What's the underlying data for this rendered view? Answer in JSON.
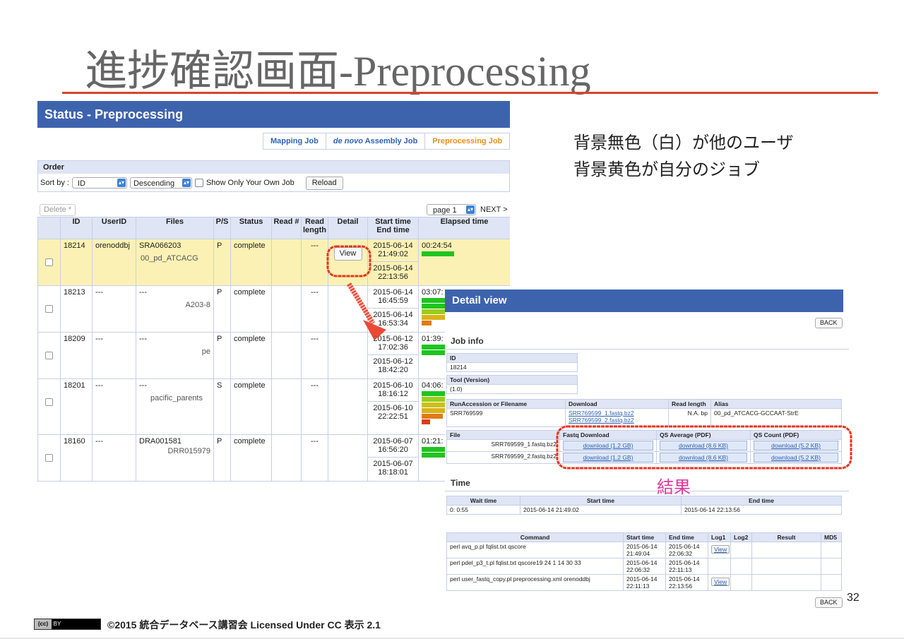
{
  "slide": {
    "title": "進捗確認画面-Preprocessing",
    "annotation_line1": "背景無色（白）が他のユーザ",
    "annotation_line2": "背景黄色が自分のジョブ",
    "result_label": "結果",
    "page_number": "32",
    "footer_logo_cc": "(cc)",
    "footer_logo_by": "BY",
    "footer_text": "©2015 統合データベース講習会 Licensed Under CC 表示 2.1",
    "colors": {
      "accent_rule": "#d9442b",
      "header_blue": "#3e63ad",
      "highlight_red": "#e8361f",
      "result_pink": "#e2379c",
      "own_job_bg": "#fbf1b4"
    }
  },
  "status_panel": {
    "header": "Status - Preprocessing",
    "tabs": [
      {
        "label_prefix": "",
        "label_em": "",
        "label": "Mapping Job"
      },
      {
        "label_prefix": "",
        "label_em": "de novo",
        "label": " Assembly Job"
      },
      {
        "label_prefix": "",
        "label_em": "",
        "label": "Preprocessing Job"
      }
    ],
    "order": {
      "title": "Order",
      "sort_by_label": "Sort by :",
      "sort_field": "ID",
      "sort_dir": "Descending",
      "own_only_label": "Show Only Your Own Job",
      "reload": "Reload"
    },
    "delete_label": "Delete *",
    "page_select": "page 1",
    "next_label": "NEXT >",
    "columns": [
      "ID",
      "UserID",
      "Files",
      "P/S",
      "Status",
      "Read #",
      "Read length",
      "Detail",
      "Start time End time",
      "Elapsed time"
    ],
    "rows": [
      {
        "id": "18214",
        "user": "orenoddbj",
        "file1": "SRA066203",
        "file2": "00_pd_ATCACG",
        "ps": "P",
        "status": "complete",
        "read_len": "---",
        "detail": "View",
        "start": "2015-06-14 21:49:02",
        "end": "2015-06-14 22:13:56",
        "elapsed": "00:24:54"
      },
      {
        "id": "18213",
        "user": "---",
        "file1": "---",
        "file2": "A203-8",
        "ps": "P",
        "status": "complete",
        "read_len": "---",
        "detail": "",
        "start": "2015-06-14 16:45:59",
        "end": "2015-06-14 16:53:34",
        "elapsed": "03:07:"
      },
      {
        "id": "18209",
        "user": "---",
        "file1": "---",
        "file2": "pe",
        "ps": "P",
        "status": "complete",
        "read_len": "---",
        "detail": "",
        "start": "2015-06-12 17:02:36",
        "end": "2015-06-12 18:42:20",
        "elapsed": "01:39:"
      },
      {
        "id": "18201",
        "user": "---",
        "file1": "---",
        "file2": "pacific_parents",
        "ps": "S",
        "status": "complete",
        "read_len": "---",
        "detail": "",
        "start": "2015-06-10 18:16:12",
        "end": "2015-06-10 22:22:51",
        "elapsed": "04:06:"
      },
      {
        "id": "18160",
        "user": "---",
        "file1": "DRA001581",
        "file2": "DRR015979",
        "ps": "P",
        "status": "complete",
        "read_len": "---",
        "detail": "",
        "start": "2015-06-07 16:56:20",
        "end": "2015-06-07 18:18:01",
        "elapsed": "01:21:"
      }
    ]
  },
  "detail_view": {
    "header": "Detail view",
    "back": "BACK",
    "job_info_title": "Job info",
    "id_label": "ID",
    "id_value": "18214",
    "tool_label": "Tool (Version)",
    "tool_value": "(1.0)",
    "run_cols": [
      "RunAccession or Filename",
      "Download",
      "Read length",
      "Alias"
    ],
    "run_row": {
      "name": "SRR769599",
      "dl1": "SRR769599_1.fastq.bz2",
      "dl2": "SRR769599_2.fastq.bz2",
      "read_length": "N.A. bp",
      "alias": "00_pd_ATCACG-GCCAAT-StrE"
    },
    "file_cols": [
      "File",
      "Fastq Download",
      "QS Average (PDF)",
      "QS Count (PDF)"
    ],
    "file_rows": [
      {
        "file": "SRR769599_1.fastq.bz2",
        "fastq": "download (1.2 GB)",
        "qsavg": "download (8.6 KB)",
        "qscount": "download (5.2 KB)"
      },
      {
        "file": "SRR769599_2.fastq.bz2",
        "fastq": "download (1.2 GB)",
        "qsavg": "download (8.6 KB)",
        "qscount": "download (5.2 KB)"
      }
    ],
    "time_title": "Time",
    "time_cols": [
      "Wait time",
      "Start time",
      "End time"
    ],
    "time_row": {
      "wait": "0: 0:55",
      "start": "2015-06-14 21:49:02",
      "end": "2015-06-14 22:13:56"
    },
    "cmd_cols": [
      "Command",
      "Start time",
      "End time",
      "Log1",
      "Log2",
      "Result",
      "MD5"
    ],
    "cmd_rows": [
      {
        "cmd": "perl avq_p.pl fqlist.txt qscore",
        "start_d": "2015-06-14",
        "start_t": "21:49:04",
        "end_d": "2015-06-14",
        "end_t": "22:06:32",
        "log1": "View"
      },
      {
        "cmd": "perl pdel_p3_t.pl fqlist.txt qscore19 24 1 14 30 33",
        "start_d": "2015-06-14",
        "start_t": "22:06:32",
        "end_d": "2015-06-14",
        "end_t": "22:11:13",
        "log1": ""
      },
      {
        "cmd": "perl user_fastq_copy.pl preprocessing.xml orenoddbj",
        "start_d": "2015-06-14",
        "start_t": "22:11:13",
        "end_d": "2015-06-14",
        "end_t": "22:13:56",
        "log1": "View"
      }
    ]
  }
}
